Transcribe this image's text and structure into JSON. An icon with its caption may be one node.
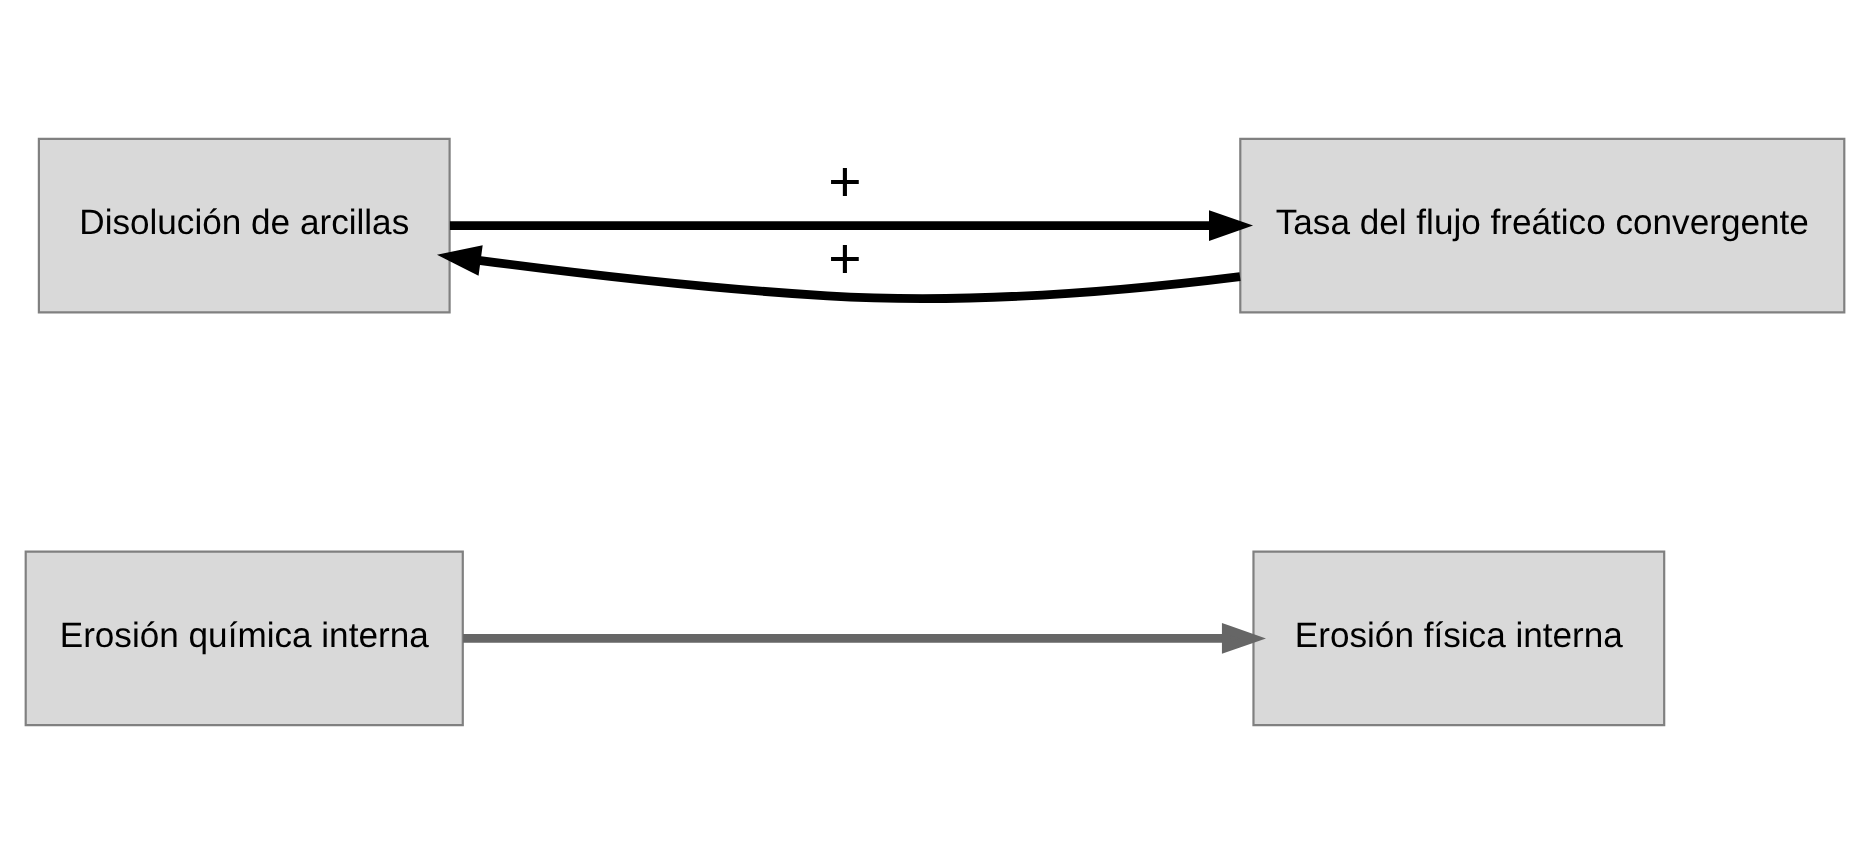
{
  "diagram": {
    "nodes": [
      {
        "text": [
          "Disolución de arcillas"
        ]
      },
      {
        "text": [
          "Tasa del flujo freático convergente"
        ]
      },
      {
        "text": [
          "Erosión química interna"
        ]
      },
      {
        "text": [
          "Erosión física interna"
        ]
      }
    ],
    "edges": [
      {
        "from": 0,
        "to": 1,
        "arrow": "to",
        "label": "+"
      },
      {
        "from": 1,
        "to": 0,
        "arrow": "to",
        "label": "+"
      },
      {
        "from": 2,
        "to": 3,
        "arrow": "to",
        "color": "#666666"
      }
    ]
  }
}
